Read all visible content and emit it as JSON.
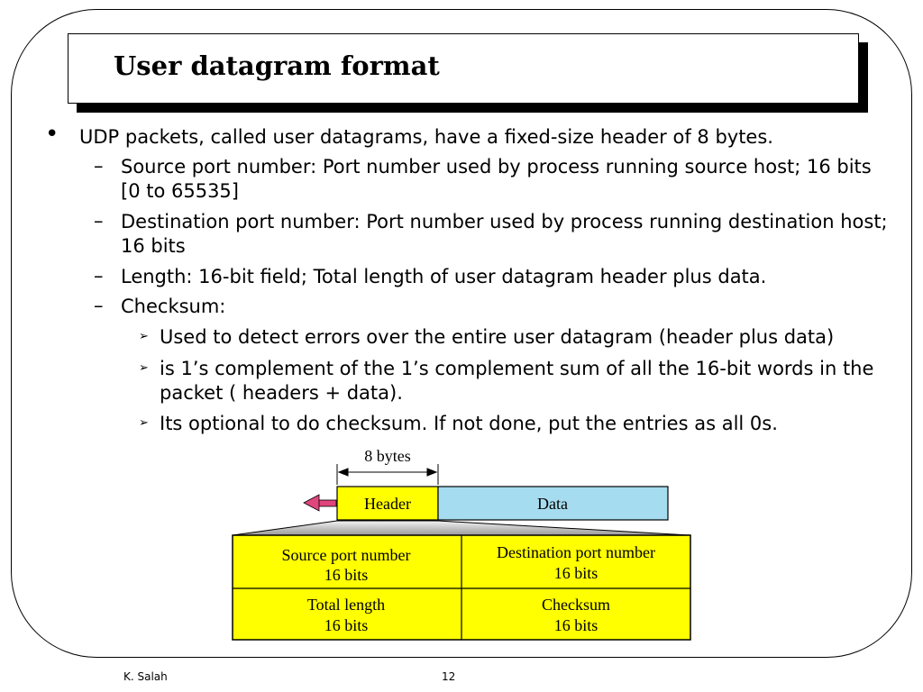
{
  "slide": {
    "title": "User datagram format",
    "bullets": {
      "l1": "UDP packets, called user datagrams, have a fixed-size header of 8 bytes.",
      "l2a": "Source port number: Port number used by process running source host; 16 bits [0 to 65535]",
      "l2b": "Destination port number: Port number used by process running destination host; 16 bits",
      "l2c": "Length: 16-bit field; Total length of user datagram header plus data.",
      "l2d": "Checksum:",
      "l3a": "Used to detect errors over the entire user datagram (header plus data)",
      "l3b": "is 1’s complement of the 1’s complement sum of all the 16-bit words in the packet ( headers + data).",
      "l3c": "Its optional to do checksum. If not done, put the entries as all 0s."
    },
    "markers": {
      "bullet": "•",
      "dash": "–",
      "arrow": "➢"
    }
  },
  "diagram": {
    "size_label": "8 bytes",
    "header": "Header",
    "data": "Data",
    "fields": {
      "src_name": "Source port number",
      "src_bits": "16 bits",
      "dst_name": "Destination port number",
      "dst_bits": "16 bits",
      "len_name": "Total length",
      "len_bits": "16 bits",
      "chk_name": "Checksum",
      "chk_bits": "16 bits"
    },
    "colors": {
      "header_fill": "#ffff00",
      "data_fill": "#a6dcef",
      "arrow": "#e0457b"
    }
  },
  "footer": {
    "author": "K. Salah",
    "page": "12"
  }
}
